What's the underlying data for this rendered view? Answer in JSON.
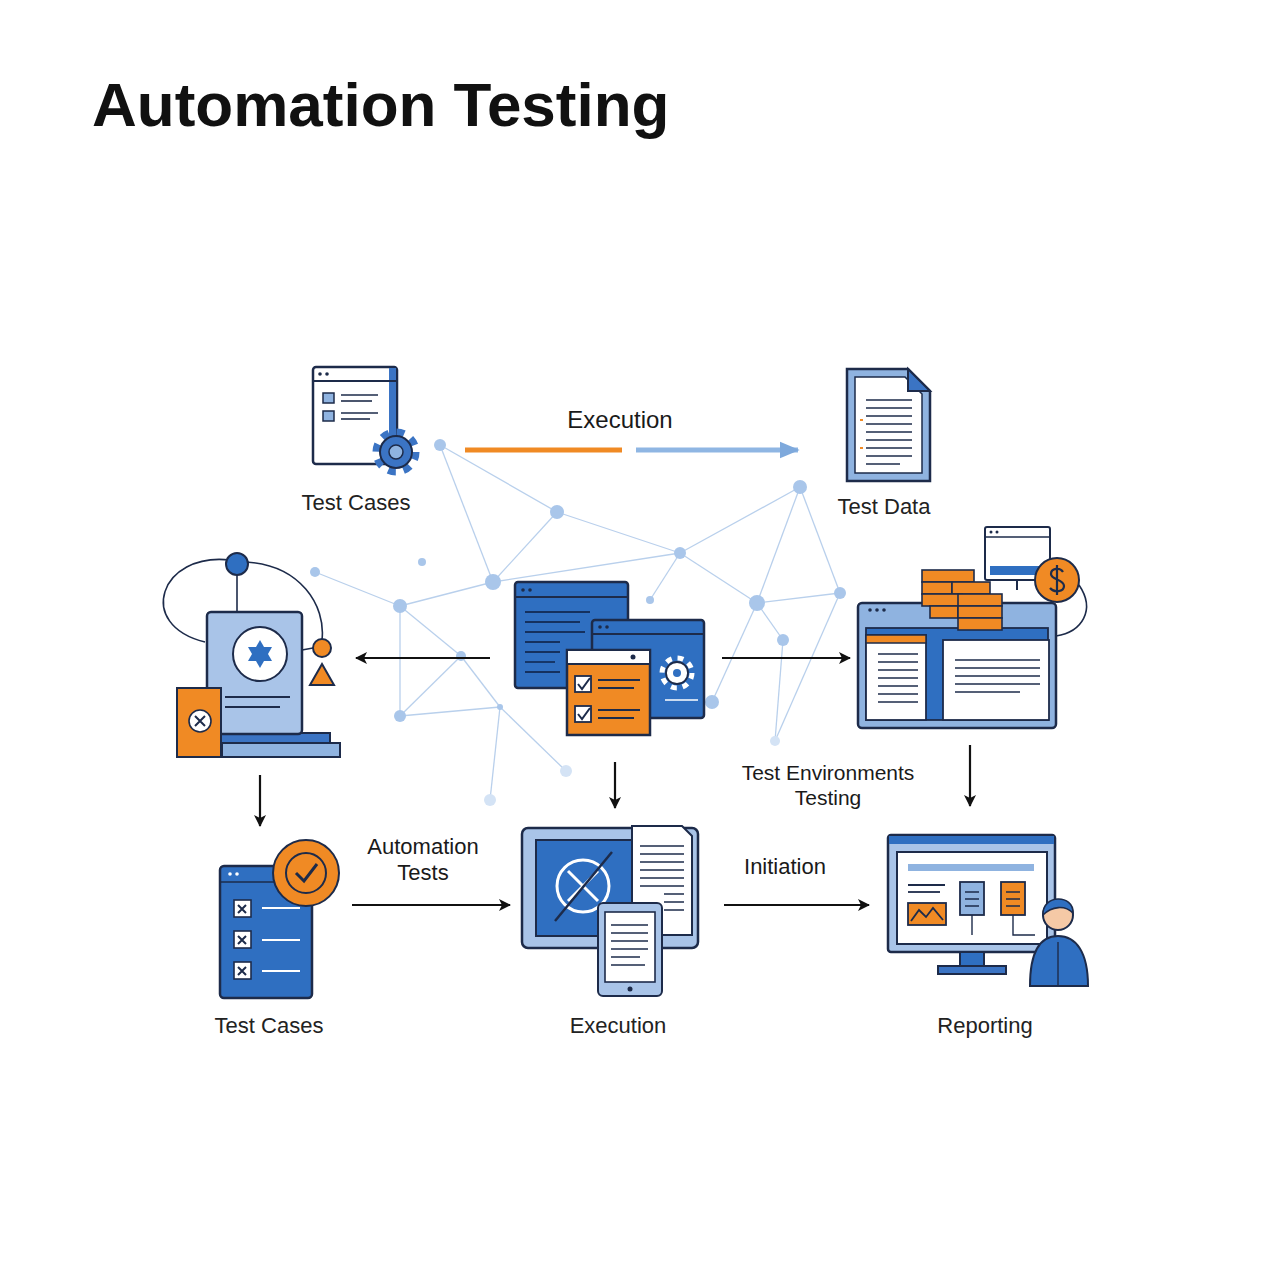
{
  "diagram": {
    "title": "Automation Testing",
    "nodes": [
      {
        "text": [
          "Test Cases"
        ]
      },
      {
        "text": [
          "Test Data"
        ]
      },
      {
        "text": [
          "Test Cases"
        ]
      },
      {
        "text": [
          "Execution"
        ]
      },
      {
        "text": [
          "Reporting"
        ]
      }
    ],
    "edges": [
      {
        "from": 0,
        "to": 1,
        "label": "Execution",
        "arrow": "to"
      },
      {
        "from": 2,
        "to": 3,
        "label": "Automation Tests",
        "arrow": "to"
      },
      {
        "from": 3,
        "to": 4,
        "label": "Initiation",
        "arrow": "to"
      }
    ],
    "labels": [
      "Test Environments Testing"
    ]
  }
}
